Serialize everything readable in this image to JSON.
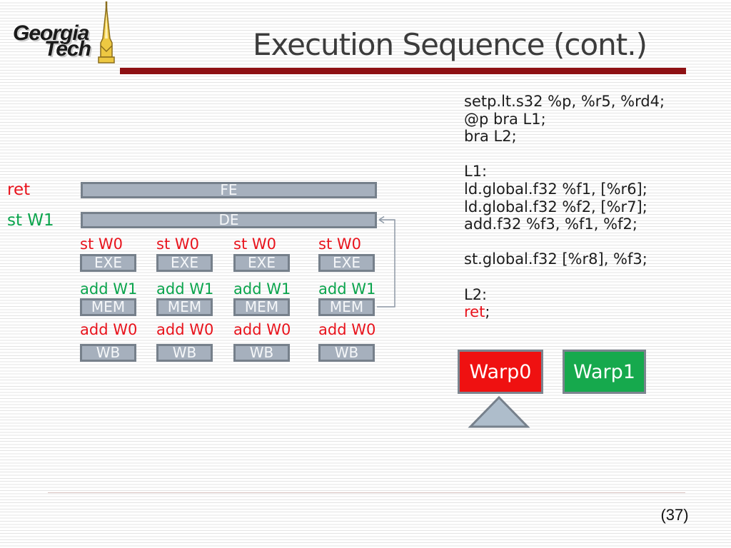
{
  "header": {
    "title": "Execution Sequence (cont.)"
  },
  "logo": {
    "line1": "Georgia",
    "line2": "Tech"
  },
  "colors": {
    "title_rule": "#8e1114",
    "box_fill": "#a6b0bd",
    "box_border": "#76808b",
    "red_text": "#e8131c",
    "green_text": "#0aa44c",
    "warp0_fill": "#ef1111",
    "warp1_fill": "#16a94d"
  },
  "pipeline": {
    "ret_label": "ret",
    "stw1_label": "st W1",
    "fe_label": "FE",
    "de_label": "DE",
    "columns": [
      {
        "top_label": "st W0",
        "exe": "EXE",
        "mid_label": "add W1",
        "mem": "MEM",
        "bottom_label": "add W0",
        "wb": "WB"
      },
      {
        "top_label": "st W0",
        "exe": "EXE",
        "mid_label": "add W1",
        "mem": "MEM",
        "bottom_label": "add W0",
        "wb": "WB"
      },
      {
        "top_label": "st W0",
        "exe": "EXE",
        "mid_label": "add W1",
        "mem": "MEM",
        "bottom_label": "add W0",
        "wb": "WB"
      },
      {
        "top_label": "st W0",
        "exe": "EXE",
        "mid_label": "add W1",
        "mem": "MEM",
        "bottom_label": "add W0",
        "wb": "WB"
      }
    ]
  },
  "code": {
    "lines": [
      {
        "pre": "setp.lt.s32 %p, %r5, %rd4;",
        "red": "",
        "post": ""
      },
      {
        "pre": "@p bra L1;",
        "red": "",
        "post": ""
      },
      {
        "pre": "bra L2;",
        "red": "",
        "post": ""
      },
      {
        "pre": "",
        "red": "",
        "post": ""
      },
      {
        "pre": "L1:",
        "red": "",
        "post": ""
      },
      {
        "pre": "ld.global.f32 %f1, [%r6];",
        "red": "",
        "post": ""
      },
      {
        "pre": "ld.global.f32 %f2, [%r7];",
        "red": "",
        "post": ""
      },
      {
        "pre": "add.f32 %f3, %f1, %f2;",
        "red": "",
        "post": ""
      },
      {
        "pre": "",
        "red": "",
        "post": ""
      },
      {
        "pre": "st.global.f32 [%r8], %f3;",
        "red": "",
        "post": ""
      },
      {
        "pre": "",
        "red": "",
        "post": ""
      },
      {
        "pre": "L2:",
        "red": "",
        "post": ""
      },
      {
        "pre": "",
        "red": "ret",
        "post": ";"
      }
    ]
  },
  "warps": {
    "warp0": "Warp0",
    "warp1": "Warp1"
  },
  "footer": {
    "page_number": "(37)"
  }
}
